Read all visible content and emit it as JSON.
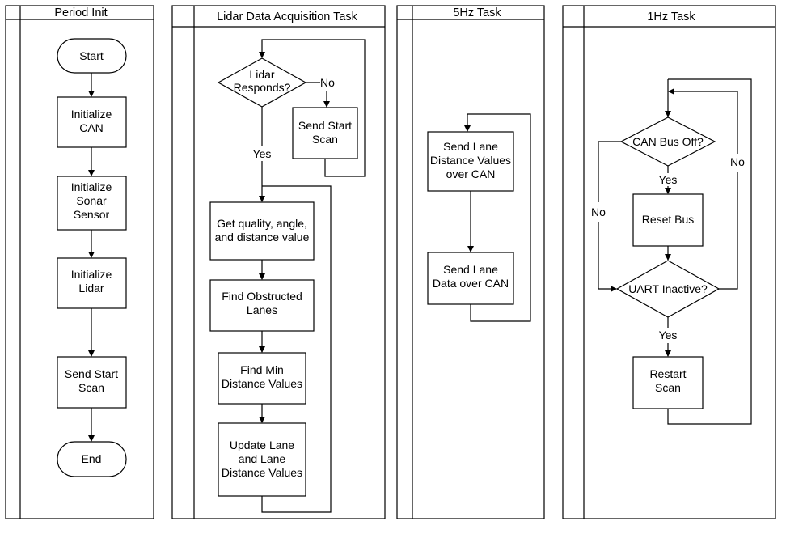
{
  "lanes": [
    {
      "title": "Period Init"
    },
    {
      "title": "Lidar Data Acquisition Task"
    },
    {
      "title": "5Hz Task"
    },
    {
      "title": "1Hz Task"
    }
  ],
  "period_init": {
    "start": "Start",
    "init_can": [
      "Initialize",
      "CAN"
    ],
    "init_sonar": [
      "Initialize",
      "Sonar",
      "Sensor"
    ],
    "init_lidar": [
      "Initialize",
      "Lidar"
    ],
    "send_start_scan": [
      "Send Start",
      "Scan"
    ],
    "end": "End"
  },
  "lidar_task": {
    "decision": [
      "Lidar",
      "Responds?"
    ],
    "no_label": "No",
    "yes_label": "Yes",
    "send_start_scan": [
      "Send Start",
      "Scan"
    ],
    "get_values": [
      "Get quality, angle,",
      "and distance value"
    ],
    "find_obstructed": [
      "Find Obstructed",
      "Lanes"
    ],
    "find_min": [
      "Find Min",
      "Distance Values"
    ],
    "update_lane": [
      "Update Lane",
      "and Lane",
      "Distance Values"
    ]
  },
  "hz5_task": {
    "send_distance": [
      "Send Lane",
      "Distance Values",
      "over CAN"
    ],
    "send_lane_data": [
      "Send Lane",
      "Data over CAN"
    ]
  },
  "hz1_task": {
    "can_bus_off": "CAN Bus Off?",
    "yes1": "Yes",
    "no1": "No",
    "reset_bus": "Reset Bus",
    "uart_inactive": "UART Inactive?",
    "yes2": "Yes",
    "no2": "No",
    "restart_scan": [
      "Restart",
      "Scan"
    ]
  }
}
